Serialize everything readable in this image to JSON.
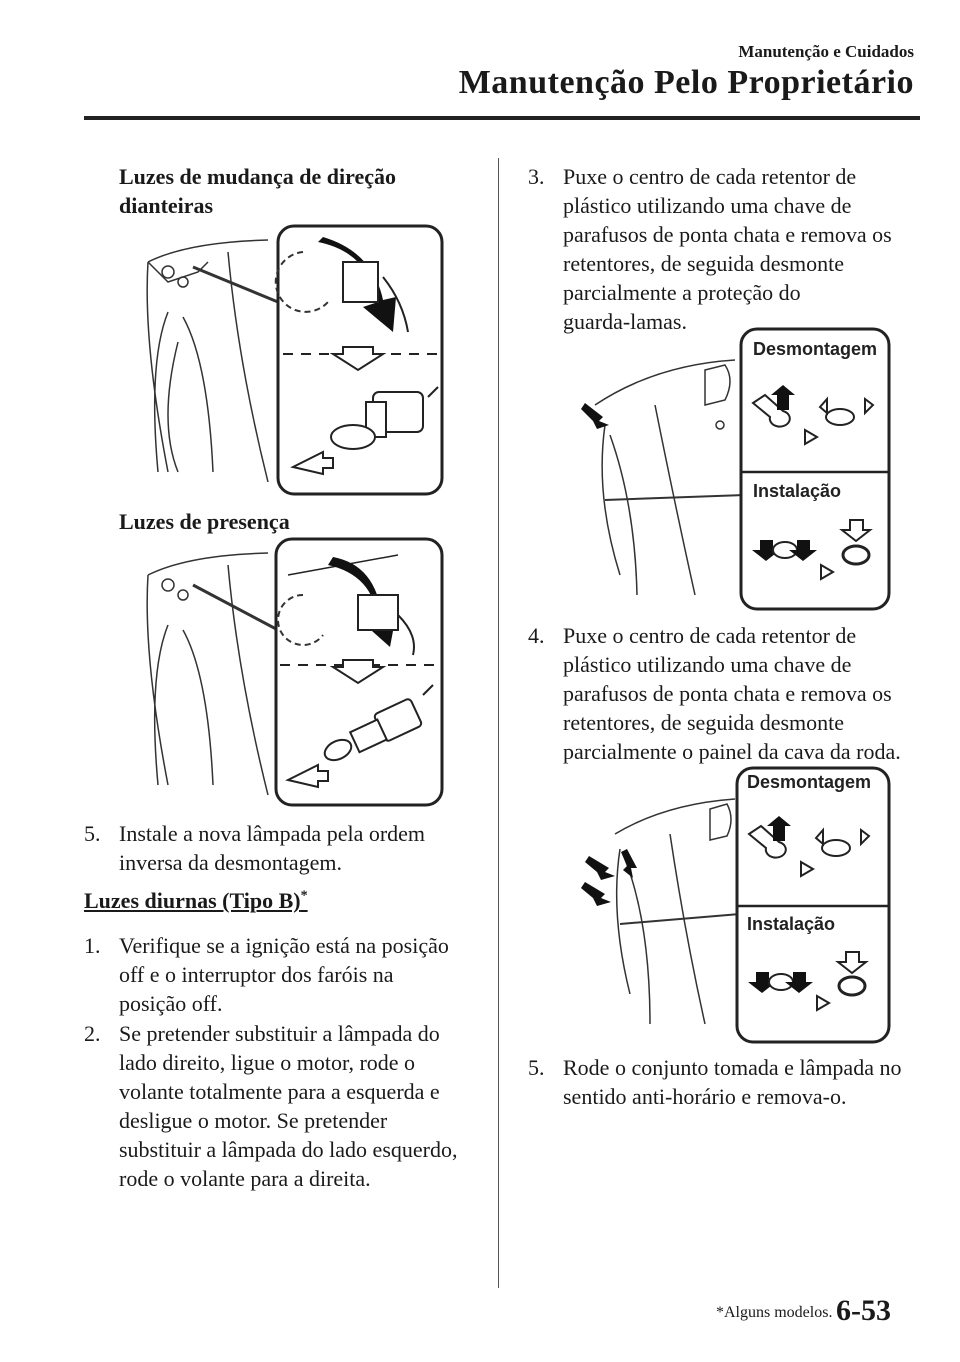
{
  "header": {
    "section": "Manutenção e Cuidados",
    "title": "Manutenção Pelo Proprietário"
  },
  "left": {
    "sub1_line1": "Luzes de mudança de direção",
    "sub1_line2": "dianteiras",
    "sub2": "Luzes de presença",
    "step5_num": "5.",
    "step5_lines": [
      "Instale a nova lâmpada pela ordem",
      "inversa da desmontagem."
    ],
    "section_title": "Luzes diurnas (Tipo B)",
    "section_mark": "*",
    "step1_num": "1.",
    "step1_lines": [
      "Verifique se a ignição está na posição",
      "off e o interruptor dos faróis na",
      "posição off."
    ],
    "step2_num": "2.",
    "step2_lines": [
      "Se pretender substituir a lâmpada do",
      "lado direito, ligue o motor, rode o",
      "volante totalmente para a esquerda e",
      "desligue o motor. Se pretender",
      "substituir a lâmpada do lado esquerdo,",
      "rode o volante para a direita."
    ]
  },
  "right": {
    "step3_num": "3.",
    "step3_lines": [
      "Puxe o centro de cada retentor de",
      "plástico utilizando uma chave de",
      "parafusos de ponta chata e remova os",
      "retentores, de seguida desmonte",
      "parcialmente a proteção do",
      "guarda-lamas."
    ],
    "fig1_top_label": "Desmontagem",
    "fig1_bottom_label": "Instalação",
    "step4_num": "4.",
    "step4_lines": [
      "Puxe o centro de cada retentor de",
      "plástico utilizando uma chave de",
      "parafusos de ponta chata e remova os",
      "retentores, de seguida desmonte",
      "parcialmente o painel da cava da roda."
    ],
    "fig2_top_label": "Desmontagem",
    "fig2_bottom_label": "Instalação",
    "step5_num": "5.",
    "step5_lines": [
      "Rode o conjunto tomada e lâmpada no",
      "sentido anti-horário e remova-o."
    ]
  },
  "footer": {
    "footnote": "*Alguns modelos.",
    "page_number": "6-53"
  }
}
